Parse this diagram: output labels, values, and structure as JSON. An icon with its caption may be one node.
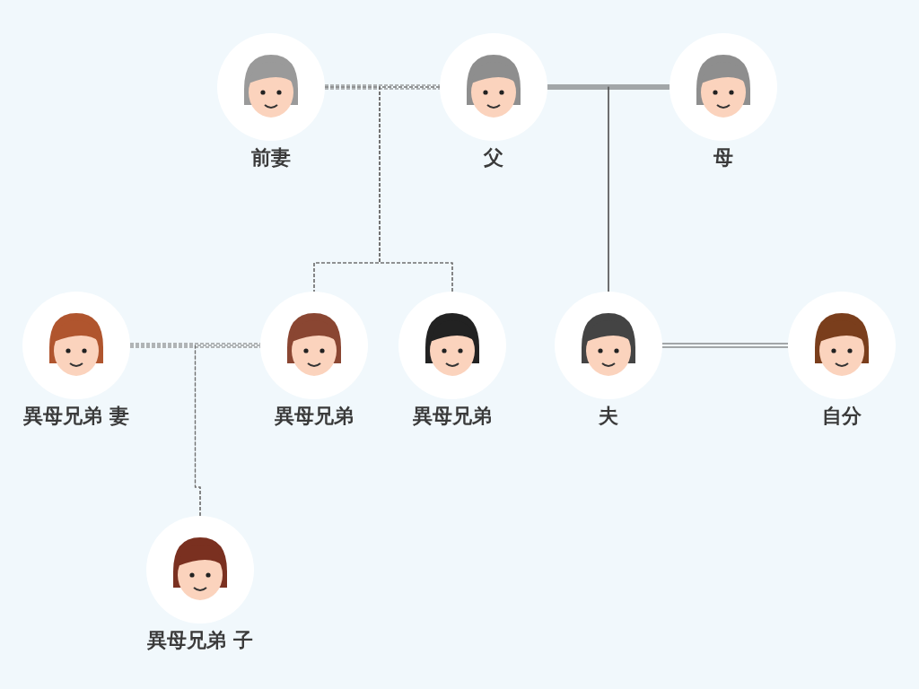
{
  "diagram": {
    "nodes": [
      {
        "text": [
          "前妻"
        ]
      },
      {
        "text": [
          "父"
        ]
      },
      {
        "text": [
          "母"
        ]
      },
      {
        "text": [
          "異母兄弟 妻"
        ]
      },
      {
        "text": [
          "異母兄弟"
        ]
      },
      {
        "text": [
          "異母兄弟"
        ]
      },
      {
        "text": [
          "夫"
        ]
      },
      {
        "text": [
          "自分"
        ]
      },
      {
        "text": [
          "異母兄弟 子"
        ]
      }
    ],
    "edges": [
      {
        "from": 0,
        "to": 1,
        "arrow": "none",
        "style": "dashed"
      },
      {
        "from": 1,
        "to": 2,
        "arrow": "none"
      },
      {
        "from": 0,
        "to": 4,
        "arrow": "none",
        "style": "dashed"
      },
      {
        "from": 1,
        "to": 4,
        "arrow": "none",
        "style": "dashed"
      },
      {
        "from": 0,
        "to": 5,
        "arrow": "none",
        "style": "dashed"
      },
      {
        "from": 1,
        "to": 5,
        "arrow": "none",
        "style": "dashed"
      },
      {
        "from": 1,
        "to": 6,
        "arrow": "none"
      },
      {
        "from": 2,
        "to": 6,
        "arrow": "none"
      },
      {
        "from": 6,
        "to": 7,
        "arrow": "none"
      },
      {
        "from": 3,
        "to": 4,
        "arrow": "none",
        "style": "dashed"
      },
      {
        "from": 3,
        "to": 8,
        "arrow": "none",
        "style": "dashed"
      },
      {
        "from": 4,
        "to": 8,
        "arrow": "none",
        "style": "dashed"
      }
    ]
  }
}
